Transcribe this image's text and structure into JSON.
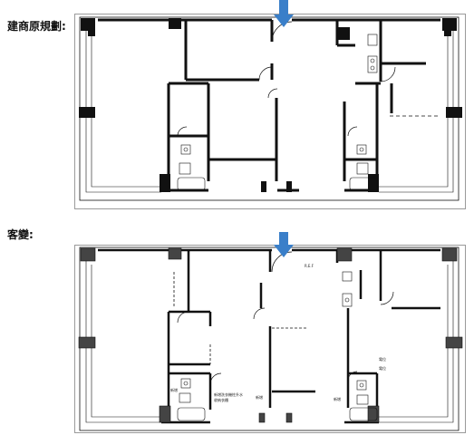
{
  "labels": {
    "original_plan": "建商原規劃:",
    "changed_plan": "客變:"
  },
  "annotations": {
    "fridge_tag": "R.E.F",
    "note_bath_top": "新增洗衣機柱升水",
    "note_bath_bottom": "收納衣櫃",
    "note_left_tag": "新增",
    "note_mid_tag": "新增",
    "note_right_tag_1": "電位",
    "note_right_tag_2": "電位",
    "note_right_tag_3": "新增"
  },
  "colors": {
    "wall": "#111111",
    "entry_arrow": "#3a7fc9",
    "frame_border": "#9a9a9a"
  }
}
